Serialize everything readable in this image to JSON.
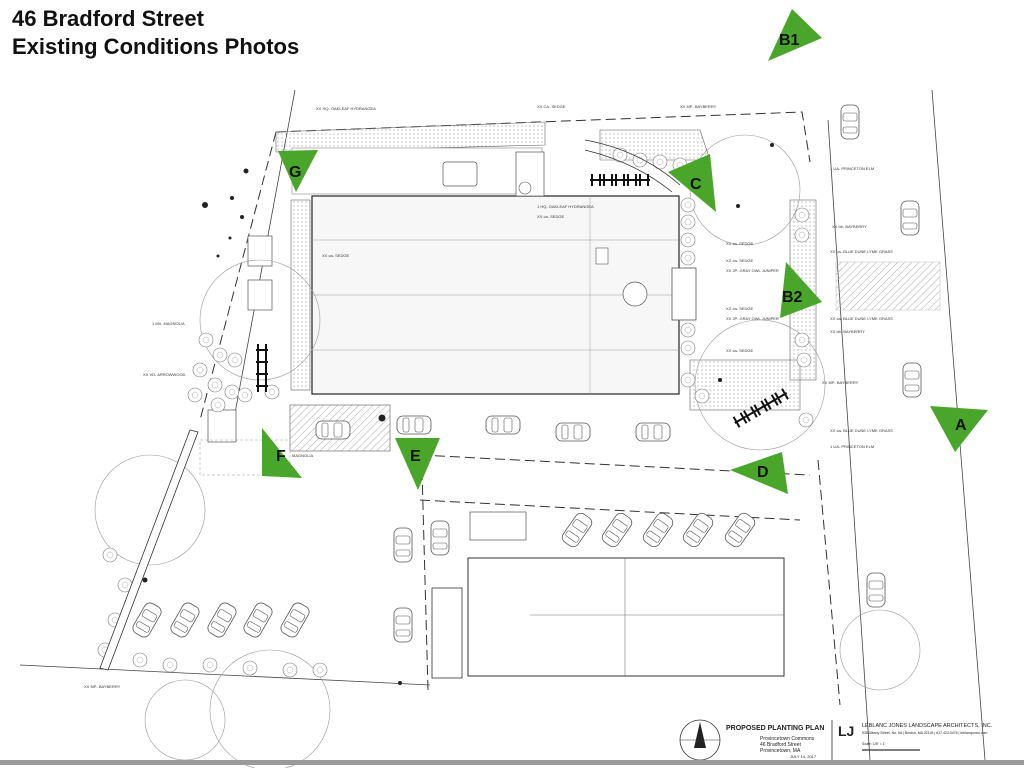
{
  "header": {
    "title_line1": "46 Bradford Street",
    "title_line2": "Existing Conditions Photos"
  },
  "markers": [
    {
      "id": "B1",
      "label": "B1"
    },
    {
      "id": "G",
      "label": "G"
    },
    {
      "id": "C",
      "label": "C"
    },
    {
      "id": "B2",
      "label": "B2"
    },
    {
      "id": "A",
      "label": "A"
    },
    {
      "id": "F",
      "label": "F"
    },
    {
      "id": "E",
      "label": "E"
    },
    {
      "id": "D",
      "label": "D"
    }
  ],
  "plant_labels": [
    "XX HQ- OAKLEAF HYDRANGEA",
    "XX CA- SEDGE",
    "XX MP- BAYBERRY",
    "1 HQ- OAKLEAF HYDRANGEA",
    "XX ca- SEDGE",
    "1 UA- PRINCETON ELM",
    "XX bb- BAYBERRY",
    "XX ca- SEDGE",
    "XX ca- BLUE DUNE LYME GRASS",
    "XX ca- SEDGE",
    "XX JP- GRAY OWL JUNIPER",
    "XX ca- SEDGE",
    "XX JP- GRAY OWL JUNIPER",
    "XX ca- BLUE DUNE LYME GRASS",
    "XX bb- BAYBERRY",
    "XX ca- SEDGE",
    "XX ca- SEDGE",
    "1 MV- MAGNOLIA",
    "XX VD- ARROWWOOD",
    "XX MP- BAYBERRY",
    "XX ca- BLUE DUNE LYME GRASS",
    "1 UA- PRINCETON ELM",
    "MAGNOLIA",
    "XX MP- BAYBERRY"
  ],
  "title_block": {
    "plan_title": "PROPOSED PLANTING PLAN",
    "project_name": "Provincetown Commons",
    "project_address": "46 Bradford Street",
    "project_town": "Provincetown, MA",
    "date": "JULY 14, 2017",
    "firm_logo": "LJ",
    "firm_name": "LEBLANC JONES LANDSCAPE ARCHITECTS, INC.",
    "firm_address": "535 Albany Street, No. 5A | Boston, MA 02118 | 617.423.0476 | leblancjones.com",
    "scale": "Scale: 1/8\" = 1'"
  },
  "colors": {
    "marker_green": "#4aa62a",
    "line": "#333333",
    "hatch": "#bbbbbb",
    "building_fill": "#f7f7f7"
  }
}
